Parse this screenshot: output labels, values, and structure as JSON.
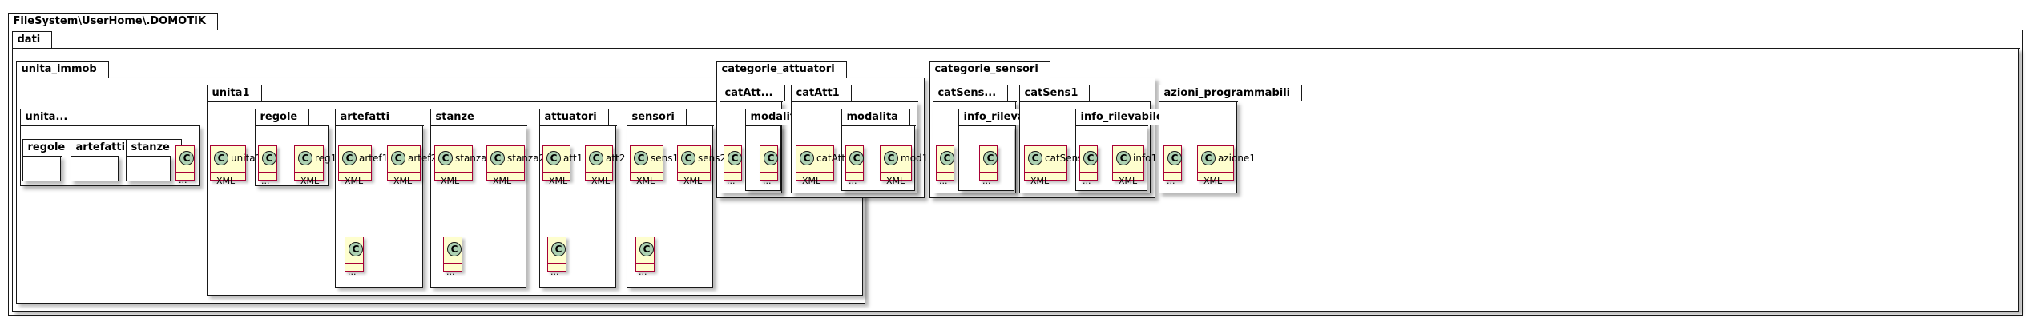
{
  "packages": {
    "root": "FileSystem\\UserHome\\.DOMOTIK",
    "dati": "dati",
    "unita_immob": "unita_immob",
    "unita_x": "unita...",
    "regole_x": "regole",
    "artefatti_x": "artefatti",
    "stanze_x": "stanze",
    "unita1": "unita1",
    "regole": "regole",
    "artefatti": "artefatti",
    "stanze": "stanze",
    "attuatori": "attuatori",
    "sensori": "sensori",
    "categorie_attuatori": "categorie_attuatori",
    "catAtt_x": "catAtt...",
    "modalita_x": "modalita",
    "catAtt1": "catAtt1",
    "modalita": "modalita",
    "categorie_sensori": "categorie_sensori",
    "catSens_x": "catSens...",
    "info_x": "info_rilevabile",
    "catSens1": "catSens1",
    "info": "info_rilevabile",
    "azioni_programmabili": "azioni_programmabili"
  },
  "classes": {
    "unita_x": {
      "name": "...",
      "icon": "C"
    },
    "unita1": {
      "name": "unita1",
      "icon": "C",
      "stereotype": "XML"
    },
    "regole_x": {
      "name": "...",
      "icon": "C"
    },
    "reg1": {
      "name": "reg1",
      "icon": "C",
      "stereotype": "XML"
    },
    "artef1": {
      "name": "artef1",
      "icon": "C",
      "stereotype": "XML"
    },
    "artef2": {
      "name": "artef2",
      "icon": "C",
      "stereotype": "XML"
    },
    "artef_x": {
      "name": "...",
      "icon": "C"
    },
    "stanza1": {
      "name": "stanza1",
      "icon": "C",
      "stereotype": "XML"
    },
    "stanza2": {
      "name": "stanza2",
      "icon": "C",
      "stereotype": "XML"
    },
    "stanza_x": {
      "name": "...",
      "icon": "C"
    },
    "att1": {
      "name": "att1",
      "icon": "C",
      "stereotype": "XML"
    },
    "att2": {
      "name": "att2",
      "icon": "C",
      "stereotype": "XML"
    },
    "att_x": {
      "name": "...",
      "icon": "C"
    },
    "sens1": {
      "name": "sens1",
      "icon": "C",
      "stereotype": "XML"
    },
    "sens2": {
      "name": "sens2",
      "icon": "C",
      "stereotype": "XML"
    },
    "sens_x": {
      "name": "...",
      "icon": "C"
    },
    "catAtt_x": {
      "name": "...",
      "icon": "C"
    },
    "catAtt_mod_x": {
      "name": "...",
      "icon": "C"
    },
    "catAtt1": {
      "name": "catAtt1",
      "icon": "C",
      "stereotype": "XML"
    },
    "mod_x": {
      "name": "...",
      "icon": "C"
    },
    "mod1": {
      "name": "mod1",
      "icon": "C",
      "stereotype": "XML"
    },
    "catSens_x": {
      "name": "...",
      "icon": "C"
    },
    "catSens_info_x": {
      "name": "...",
      "icon": "C"
    },
    "catSens1": {
      "name": "catSens1",
      "icon": "C",
      "stereotype": "XML"
    },
    "info_x": {
      "name": "...",
      "icon": "C"
    },
    "info1": {
      "name": "info1",
      "icon": "C",
      "stereotype": "XML"
    },
    "azione_x": {
      "name": "...",
      "icon": "C"
    },
    "azione1": {
      "name": "azione1",
      "icon": "C",
      "stereotype": "XML"
    }
  },
  "colors": {
    "class_fill": "#fefece",
    "class_border": "#a80036",
    "class_icon": "#add1b2",
    "package_border": "#181818"
  }
}
